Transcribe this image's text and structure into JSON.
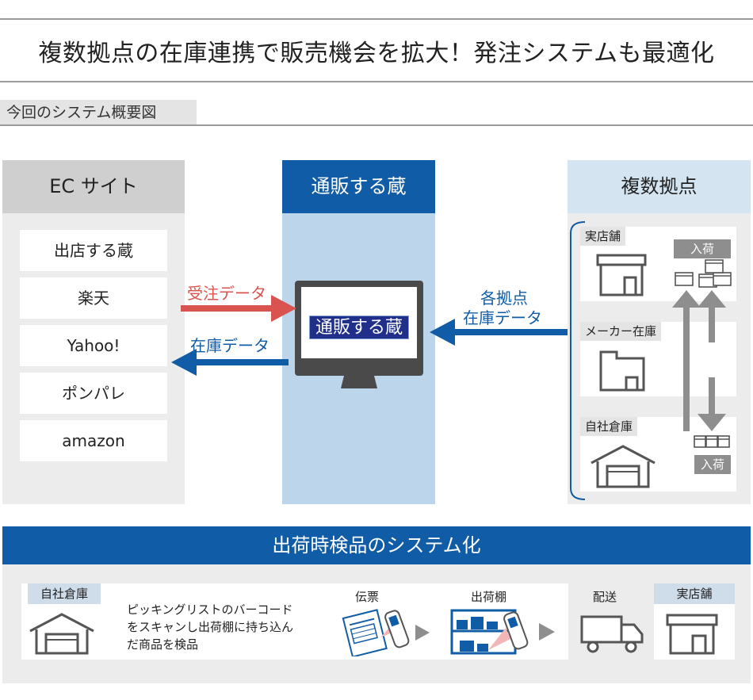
{
  "title": "複数拠点の在庫連携で販売機会を拡大！発注システムも最適化",
  "section_label": "今回のシステム概要図",
  "ec_column": {
    "header": "EC サイト",
    "sites": [
      "出店する蔵",
      "楽天",
      "Yahoo!",
      "ポンパレ",
      "amazon"
    ]
  },
  "center_column": {
    "header": "通販する蔵",
    "screen_text": "通販する蔵"
  },
  "right_column": {
    "header": "複数拠点",
    "locations": [
      "実店舗",
      "メーカー在庫",
      "自社倉庫"
    ],
    "receiving_label_top": "入荷",
    "receiving_label_bottom": "入荷"
  },
  "arrows": {
    "order_data": "受注データ",
    "inventory_data": "在庫データ",
    "location_inventory_line1": "各拠点",
    "location_inventory_line2": "在庫データ"
  },
  "colors": {
    "brand_blue": "#115ca6",
    "order_red": "#d9534f",
    "light_blue": "#bdd5ea"
  },
  "bottom": {
    "header": "出荷時検品のシステム化",
    "warehouse_tag": "自社倉庫",
    "description": [
      "ピッキングリストのバーコード",
      "をスキャンし出荷棚に持ち込ん",
      "だ商品を検品"
    ],
    "step_slip": "伝票",
    "step_shelf": "出荷棚",
    "step_delivery": "配送",
    "store_tag": "実店舗"
  }
}
